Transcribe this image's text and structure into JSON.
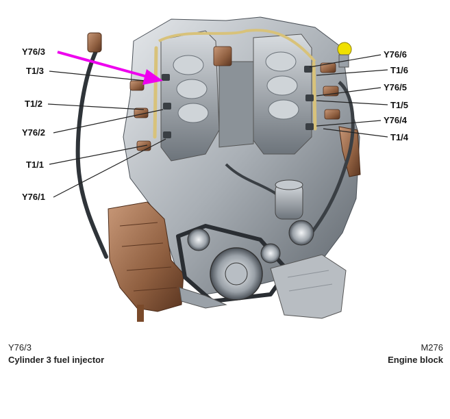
{
  "labels_left": [
    "Y76/3",
    "T1/3",
    "T1/2",
    "Y76/2",
    "T1/1",
    "Y76/1"
  ],
  "labels_right": [
    "Y76/6",
    "T1/6",
    "Y76/5",
    "T1/5",
    "Y76/4",
    "T1/4"
  ],
  "footer": {
    "code": "Y76/3",
    "description": "Cylinder 3 fuel injector",
    "engine": "M276",
    "component": "Engine block"
  },
  "colors": {
    "arrow": "#ee00ee",
    "leader": "#222222",
    "copper": "#9a6a4a",
    "fuel_rail": "#d8c27a",
    "cap": "#f0e000"
  }
}
